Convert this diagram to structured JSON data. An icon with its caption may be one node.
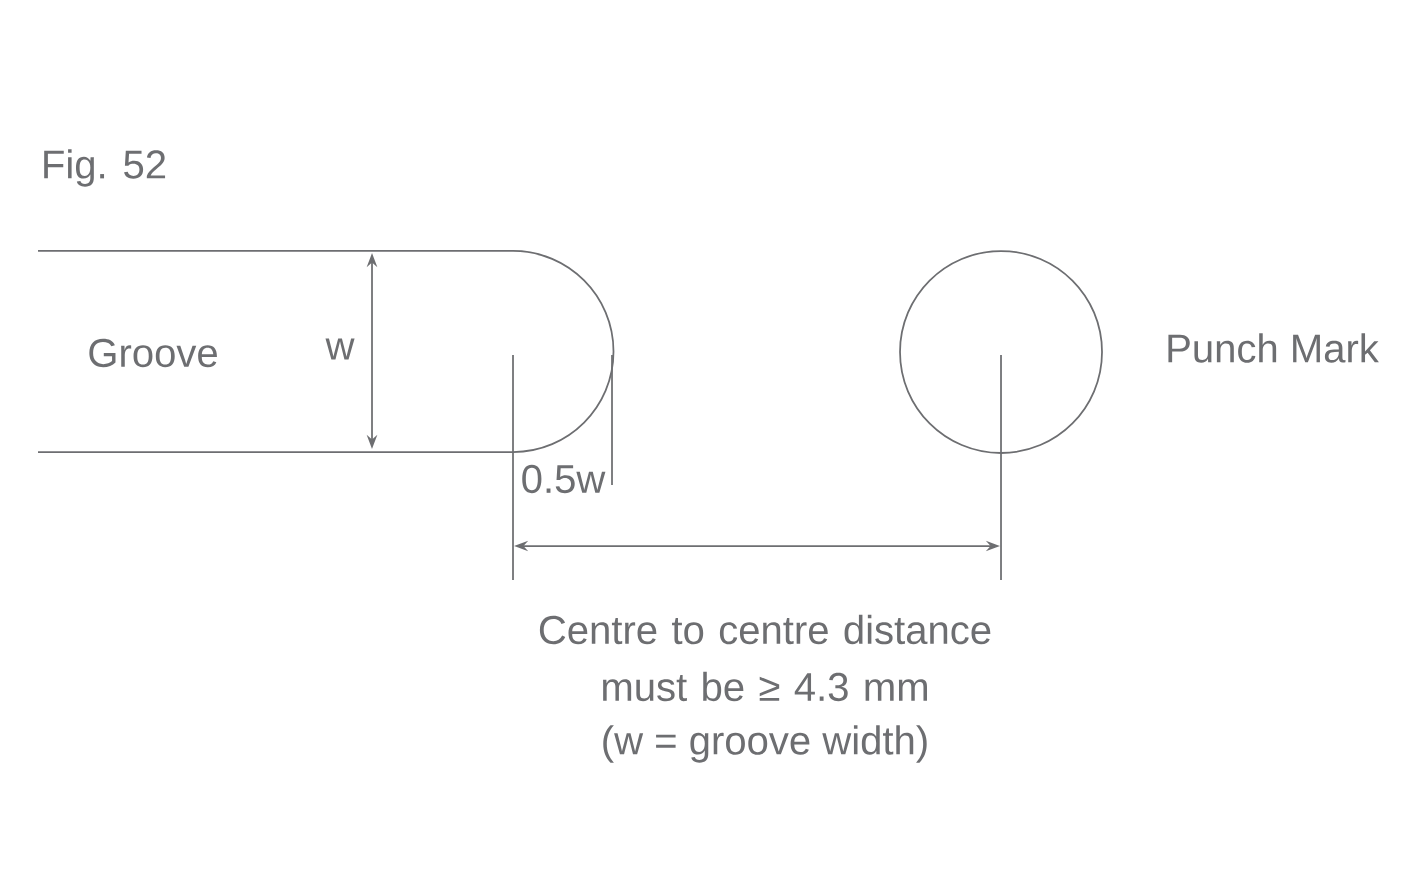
{
  "diagram": {
    "title": "Fig. 52",
    "labels": [
      "Groove",
      "w",
      "0.5w",
      "Punch Mark",
      "Centre to centre distance must be ≥ 4.3 mm",
      "(w = groove width)"
    ]
  }
}
